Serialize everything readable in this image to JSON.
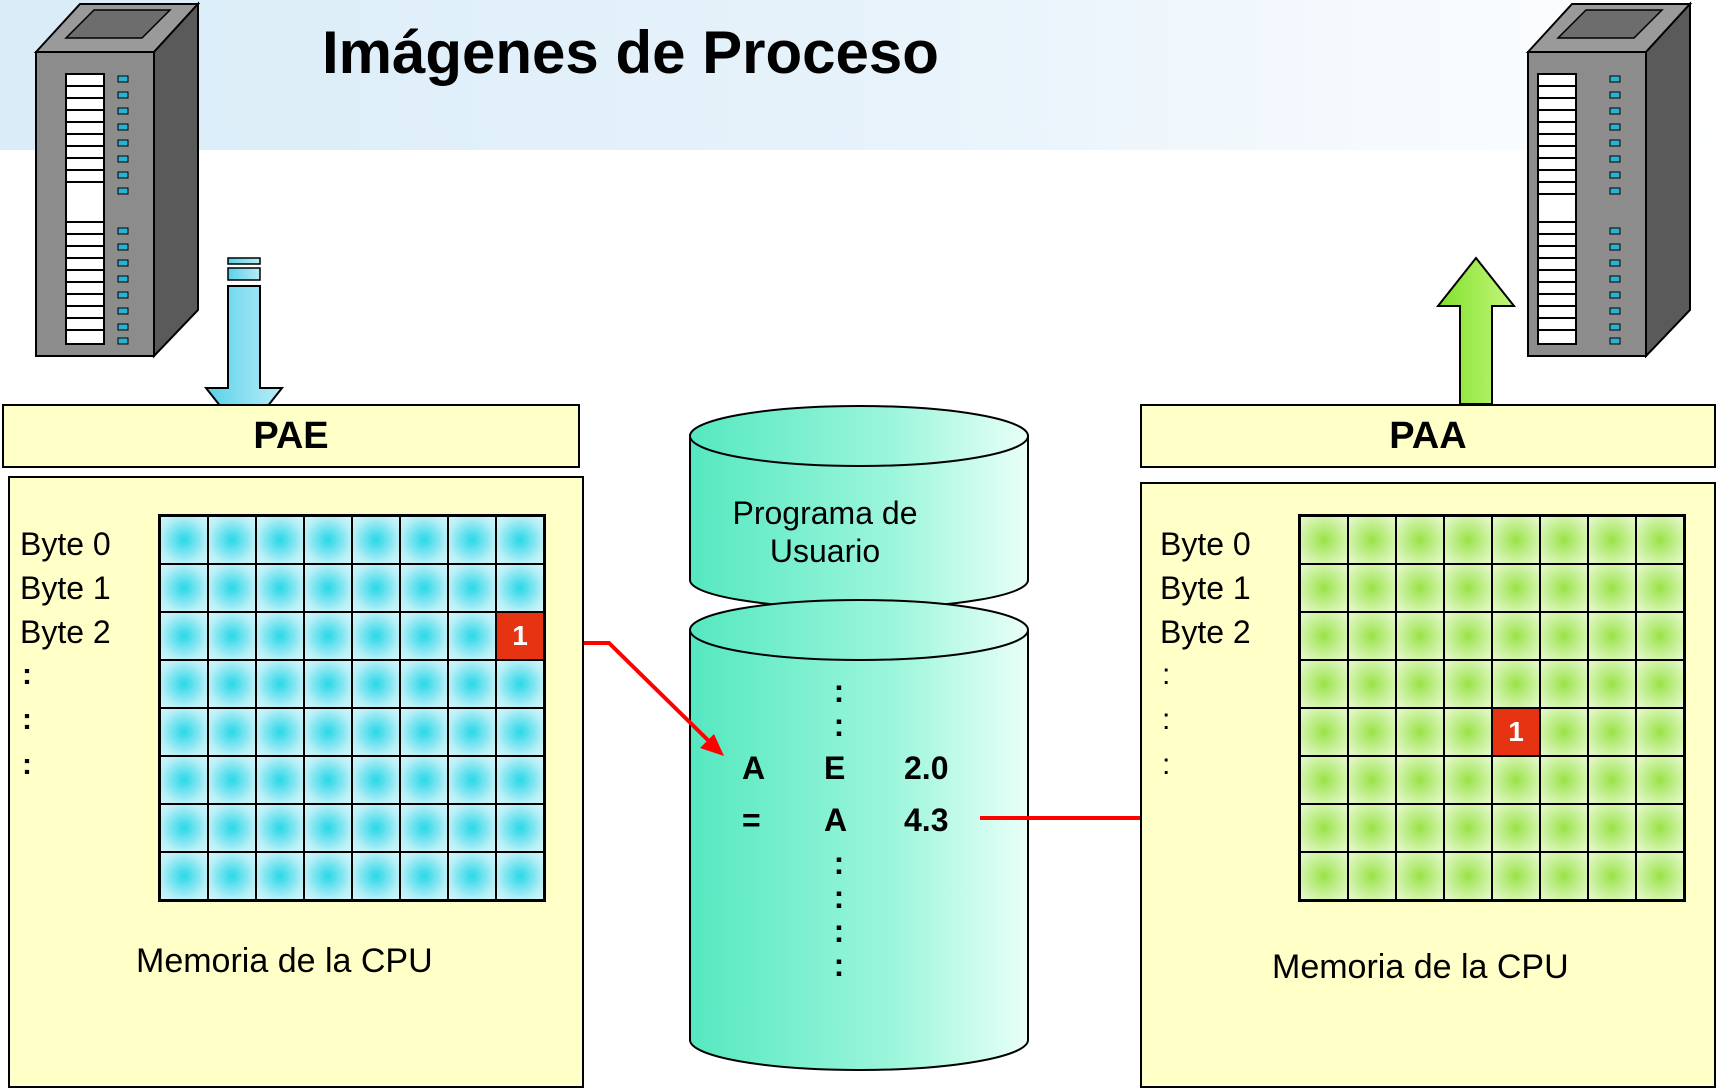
{
  "title": "Imágenes de Proceso",
  "pae": {
    "header": "PAE",
    "bytes": [
      "Byte 0",
      "Byte 1",
      "Byte 2"
    ],
    "dots": ":\n:\n:",
    "memory_label": "Memoria de la CPU",
    "marked_cell_value": "1",
    "marked_row": 2,
    "marked_col": 7
  },
  "paa": {
    "header": "PAA",
    "bytes": [
      "Byte 0",
      "Byte 1",
      "Byte 2"
    ],
    "dots": ":\n:\n:",
    "memory_label": "Memoria de la CPU",
    "marked_cell_value": "1",
    "marked_row": 4,
    "marked_col": 4
  },
  "program": {
    "label_line1": "Programa de",
    "label_line2": "Usuario",
    "instr1": [
      "A",
      "E",
      "2.0"
    ],
    "instr2": [
      "=",
      "A",
      "4.3"
    ]
  },
  "colors": {
    "pae_cell": "#6fe3ef",
    "paa_cell": "#b7eb7b",
    "marked": "#e63312",
    "arrow_line": "#ff0000",
    "cylinder": "#7fffd4",
    "panel": "#ffffc8"
  }
}
